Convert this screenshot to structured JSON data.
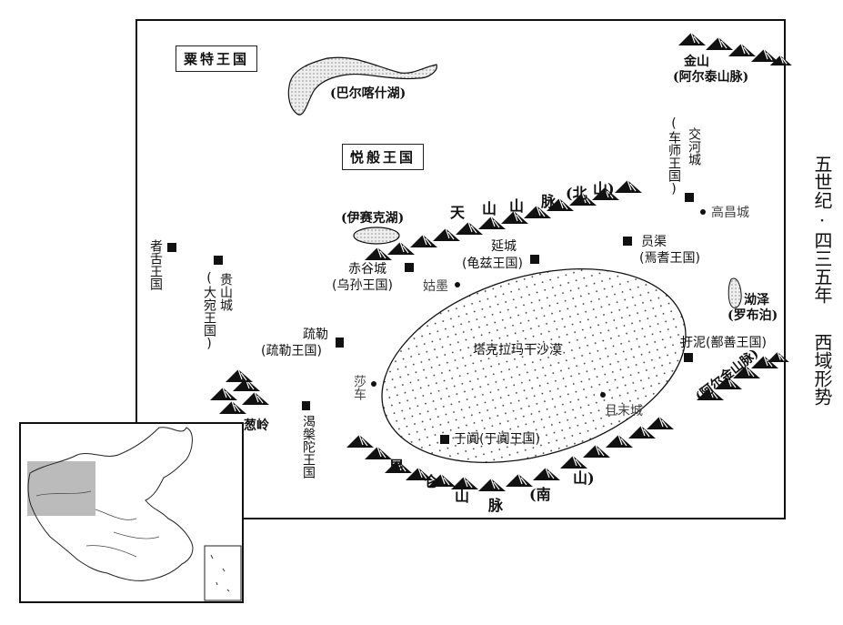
{
  "title": {
    "line1": "五世纪·四三五年",
    "line2": "西域形势"
  },
  "kingdoms_boxed": {
    "sogdiana": "粟特王国",
    "yueban": "悦般王国"
  },
  "lakes": {
    "balkhash": "(巴尔喀什湖)",
    "issyk": "(伊赛克湖)",
    "lopnur_a": "泑泽",
    "lopnur_b": "(罗布泊)"
  },
  "mountains": {
    "tianshan": [
      "天",
      "山",
      "山",
      "脉",
      "(北",
      "山)"
    ],
    "altai_a": "金山",
    "altai_b": "(阿尔泰山脉)",
    "kunlun": [
      "昆",
      "仑",
      "山",
      "脉",
      "(南",
      "山)"
    ],
    "altun": "(阿尔金山脉)",
    "pamir": "葱岭"
  },
  "desert": "塔克拉玛干沙漠",
  "places": {
    "jiaohe": "交河城",
    "jushi": "(车师王国)",
    "gaochang": "高昌城",
    "yuanqu": "员渠",
    "yanqi": "(焉耆王国)",
    "yancheng": "延城",
    "qiuci": "(龟兹王国)",
    "chigu": "赤谷城",
    "wusun": "(乌孙王国)",
    "gumo": "姑墨",
    "zheshe": "者舌王国",
    "guishan": "贵山城",
    "dayuan": "(大宛王国)",
    "shule": "疏勒",
    "shule_kingdom": "(疏勒王国)",
    "shache": "莎车",
    "qiemo": "且末城",
    "yutian": "于阗(于阗王国)",
    "kepantuo": "渴槃陀王国",
    "yuni": "扜泥(鄯善王国)"
  }
}
